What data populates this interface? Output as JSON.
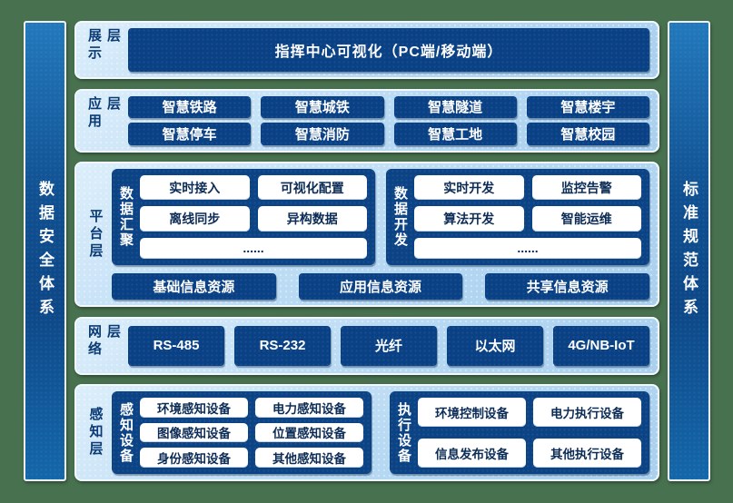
{
  "pillars": {
    "left": "数据安全体系",
    "right": "标准规范体系"
  },
  "layers": {
    "display": {
      "label": "展示层",
      "main_box": "指挥中心可视化（PC端/移动端）"
    },
    "application": {
      "label": "应用层",
      "items": [
        "智慧铁路",
        "智慧城铁",
        "智慧隧道",
        "智慧楼宇",
        "智慧停车",
        "智慧消防",
        "智慧工地",
        "智慧校园"
      ]
    },
    "platform": {
      "label": "平台层",
      "groups": [
        {
          "label": "数据汇聚",
          "items": [
            "实时接入",
            "可视化配置",
            "离线同步",
            "异构数据"
          ],
          "more": "......"
        },
        {
          "label": "数据开发",
          "items": [
            "实时开发",
            "监控告警",
            "算法开发",
            "智能运维"
          ],
          "more": "......"
        }
      ],
      "resources": [
        "基础信息资源",
        "应用信息资源",
        "共享信息资源"
      ]
    },
    "network": {
      "label": "网络层",
      "items": [
        "RS-485",
        "RS-232",
        "光纤",
        "以太网",
        "4G/NB-IoT"
      ]
    },
    "perception": {
      "label": "感知层",
      "groups": [
        {
          "label": "感知设备",
          "items": [
            "环境感知设备",
            "电力感知设备",
            "图像感知设备",
            "位置感知设备",
            "身份感知设备",
            "其他感知设备"
          ]
        },
        {
          "label": "执行设备",
          "items": [
            "环境控制设备",
            "电力执行设备",
            "信息发布设备",
            "其他执行设备"
          ]
        }
      ]
    }
  },
  "colors": {
    "background_green": "#48714f",
    "panel_light_blue": "#b7d9f3",
    "box_navy": "#0a4185",
    "pillar_blue_top": "#2279bc",
    "pillar_blue_mid": "#0d4787",
    "label_navy_text": "#0a3a74",
    "white_box_text": "#0c2c56"
  }
}
